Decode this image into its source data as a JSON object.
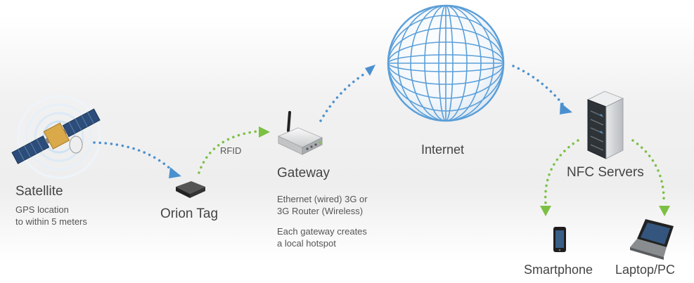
{
  "nodes": {
    "satellite": {
      "title": "Satellite",
      "desc_line1": "GPS location",
      "desc_line2": "to within 5 meters"
    },
    "orion_tag": {
      "title": "Orion Tag"
    },
    "rfid": {
      "label": "RFID"
    },
    "gateway": {
      "title": "Gateway",
      "desc1_line1": "Ethernet (wired) 3G or",
      "desc1_line2": "3G Router (Wireless)",
      "desc2_line1": "Each gateway creates",
      "desc2_line2": "a local hotspot"
    },
    "internet": {
      "title": "Internet"
    },
    "nfc_servers": {
      "title": "NFC Servers"
    },
    "smartphone": {
      "title": "Smartphone"
    },
    "laptop": {
      "title": "Laptop/PC"
    }
  },
  "colors": {
    "blue_link": "#4a90cf",
    "green_link": "#7bc043",
    "globe": "#5b9fd8"
  }
}
